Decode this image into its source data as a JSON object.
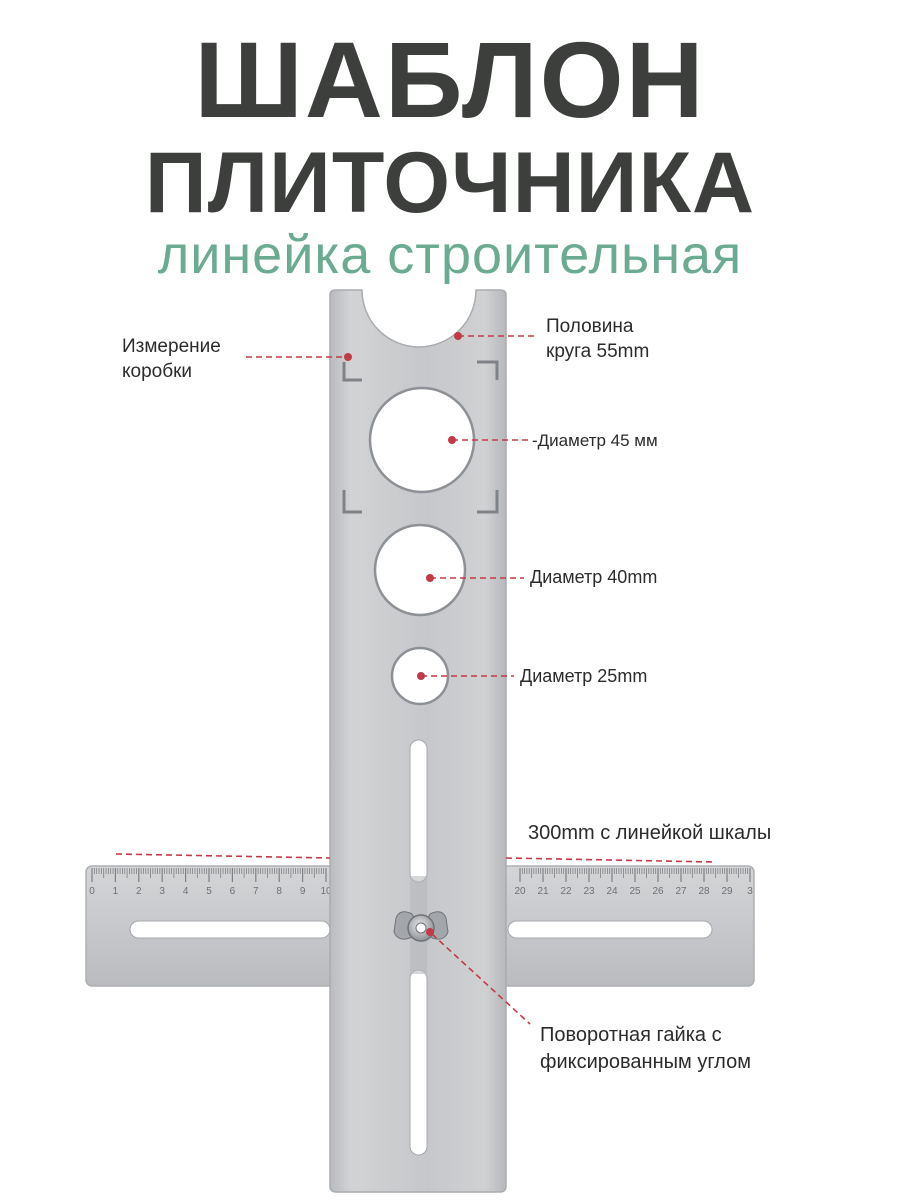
{
  "heading": {
    "line1": "ШАБЛОН",
    "line2": "ПЛИТОЧНИКА",
    "line3": "линейка строительная"
  },
  "colors": {
    "heading": "#3d3f3d",
    "subheading": "#6aab92",
    "callout": "#c23a46",
    "metal": "#c9cacc",
    "metal_edge": "#aeb0b3",
    "text": "#2b2b2b"
  },
  "callouts": {
    "box_line1": "Измерение",
    "box_line2": "коробки",
    "half_line1": "Половина",
    "half_line2": "круга 55mm",
    "d45": "-Диаметр 45 мм",
    "d40": "Диаметр 40mm",
    "d25": "Диаметр 25mm",
    "ruler": "300mm с линейкой шкалы",
    "nut_line1": "Поворотная гайка с",
    "nut_line2": "фиксированным углом"
  },
  "ruler": {
    "left_numbers": [
      "0",
      "1",
      "2",
      "3",
      "4",
      "5",
      "6",
      "7",
      "8",
      "9",
      "10"
    ],
    "right_numbers": [
      "20",
      "21",
      "22",
      "23",
      "24",
      "25",
      "26",
      "27",
      "28",
      "29",
      "3"
    ]
  }
}
